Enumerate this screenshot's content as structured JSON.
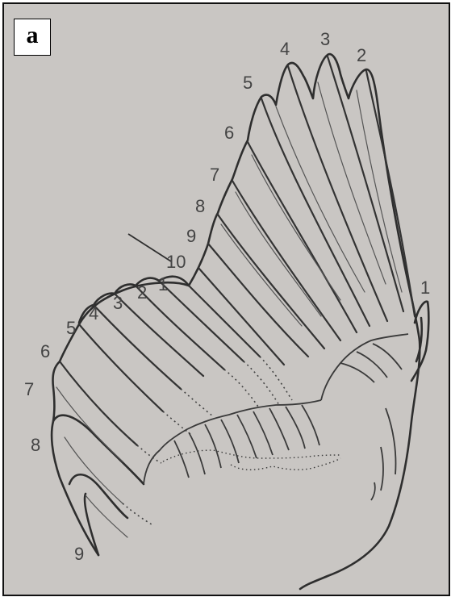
{
  "panel": {
    "label": "a"
  },
  "primaries": [
    "1",
    "2",
    "3",
    "4",
    "5",
    "6",
    "7",
    "8",
    "9",
    "10"
  ],
  "secondaries": [
    "1",
    "2",
    "3",
    "4",
    "5",
    "6",
    "7",
    "8",
    "9"
  ],
  "colors": {
    "background": "#c9c6c3",
    "ink": "#2e2e2e",
    "label_box": "#ffffff"
  }
}
